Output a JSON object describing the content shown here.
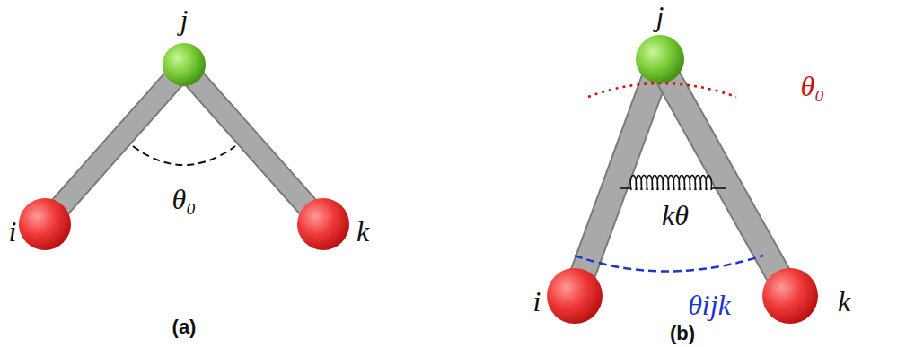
{
  "diagram": {
    "labels": [
      "j",
      "i",
      "θ₀",
      "k",
      "(a)",
      "j",
      "θ₀",
      "kθ",
      "i",
      "θijk",
      "k",
      "(b)"
    ]
  }
}
